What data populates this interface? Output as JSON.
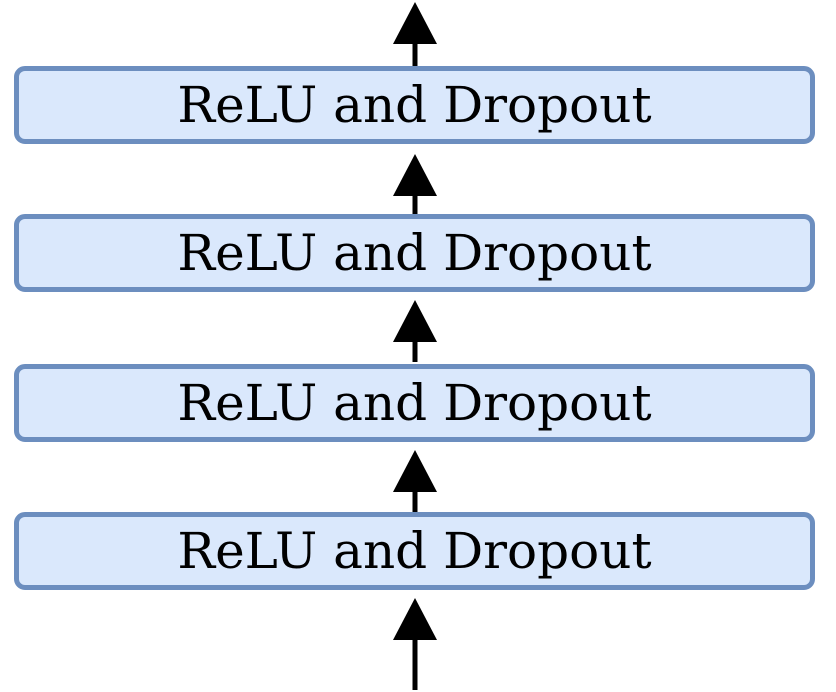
{
  "diagram": {
    "blocks": [
      {
        "label": "ReLU and Dropout"
      },
      {
        "label": "ReLU and Dropout"
      },
      {
        "label": "ReLU and Dropout"
      },
      {
        "label": "ReLU and Dropout"
      }
    ],
    "colors": {
      "block_fill": "#dae8fc",
      "block_border": "#6c8ebf",
      "arrow": "#000000",
      "text": "#000000"
    }
  }
}
